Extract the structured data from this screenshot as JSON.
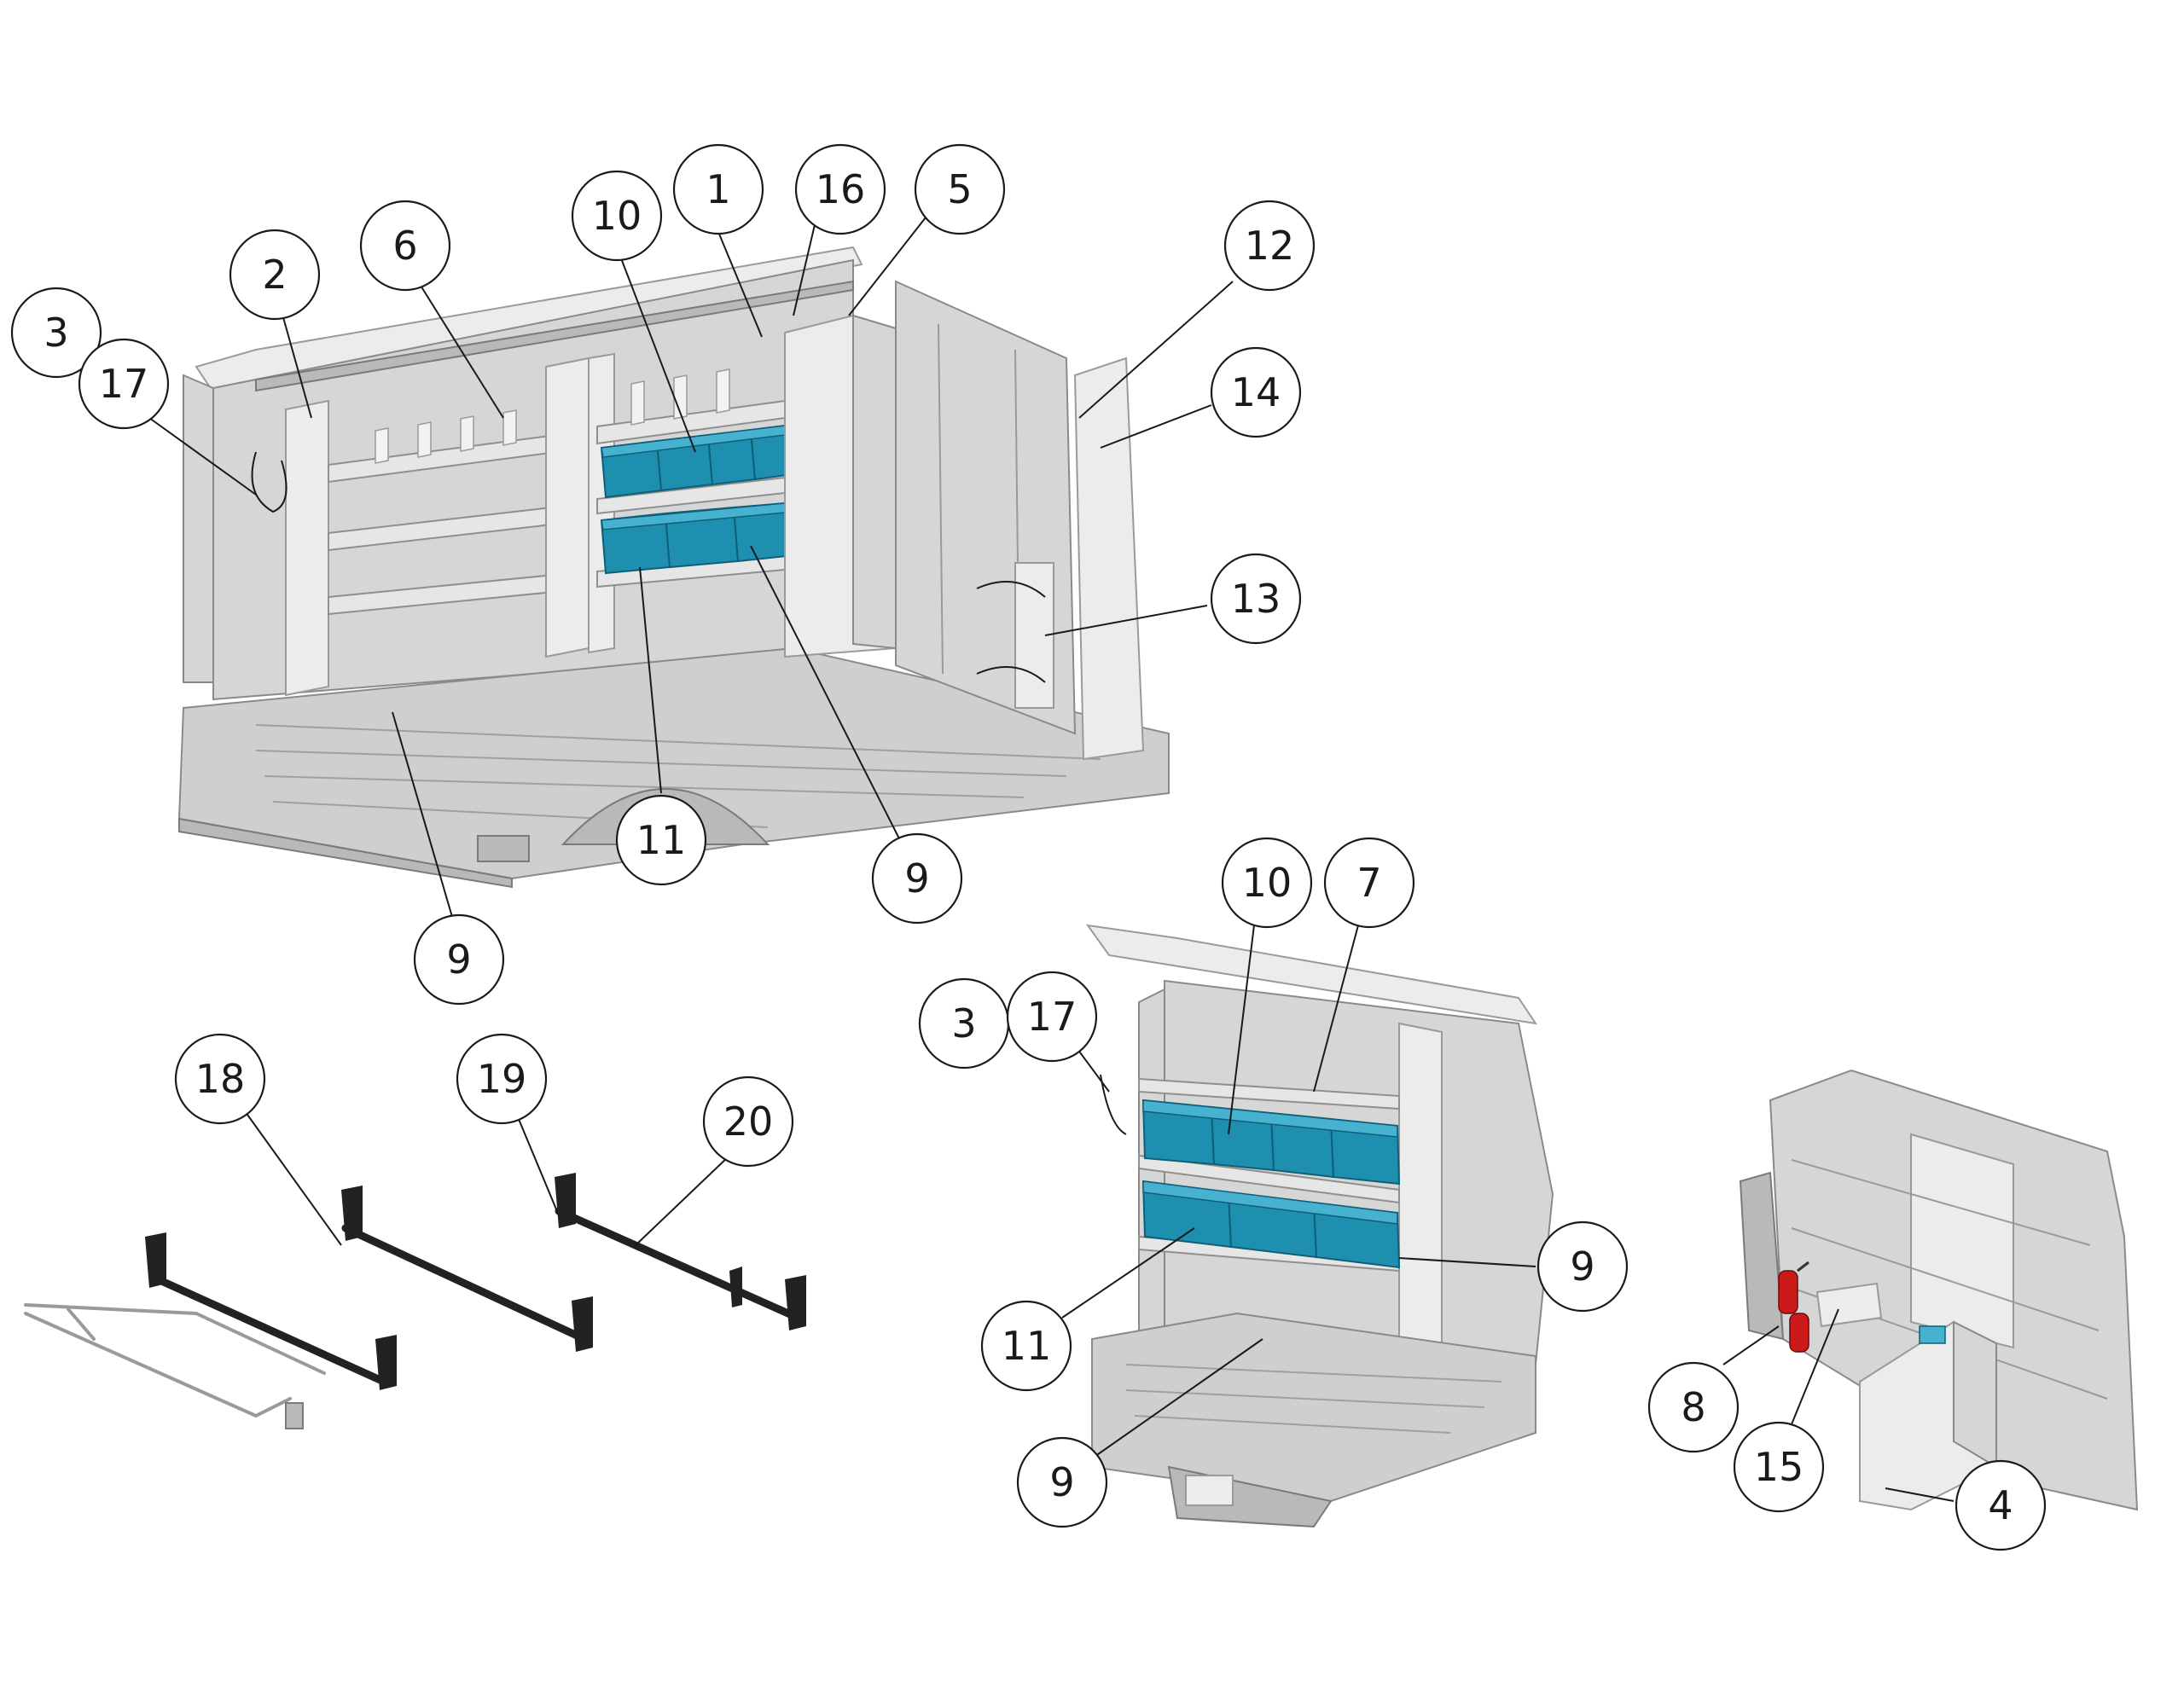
{
  "callouts": [
    {
      "label": "1"
    },
    {
      "label": "16"
    },
    {
      "label": "5"
    },
    {
      "label": "10"
    },
    {
      "label": "6"
    },
    {
      "label": "2"
    },
    {
      "label": "3"
    },
    {
      "label": "17"
    },
    {
      "label": "12"
    },
    {
      "label": "14"
    },
    {
      "label": "13"
    },
    {
      "label": "11"
    },
    {
      "label": "9"
    },
    {
      "label": "9"
    },
    {
      "label": "10"
    },
    {
      "label": "7"
    },
    {
      "label": "3"
    },
    {
      "label": "17"
    },
    {
      "label": "9"
    },
    {
      "label": "11"
    },
    {
      "label": "9"
    },
    {
      "label": "18"
    },
    {
      "label": "19"
    },
    {
      "label": "20"
    },
    {
      "label": "8"
    },
    {
      "label": "15"
    },
    {
      "label": "4"
    }
  ],
  "colors": {
    "bins": "#1f8fb0",
    "van_body": "#d6d6d6",
    "extinguisher": "#cc1a1a",
    "rails": "#222222"
  }
}
